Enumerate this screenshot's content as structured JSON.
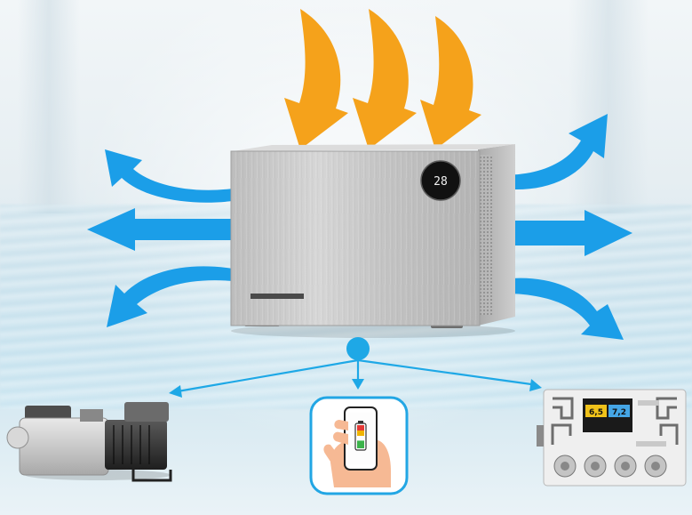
{
  "scene": {
    "background_color": "#eef5f8",
    "heat_input_arrow_color": "#f5a21b",
    "airflow_arrow_color": "#1b9ee8",
    "connection_color": "#1ea8e6",
    "unit_color": "#c8c8c8",
    "icons": [
      "heat-pump-unit",
      "heat-input-arrows",
      "airflow-arrows",
      "connection-hub",
      "pool-pump",
      "smartphone-app",
      "dosing-controller"
    ]
  },
  "heat_pump": {
    "display_reading": "28"
  },
  "phone": {
    "battery_level": 0.6
  },
  "dosing_controller": {
    "readout_left": "6,5",
    "readout_right": "7,2"
  }
}
